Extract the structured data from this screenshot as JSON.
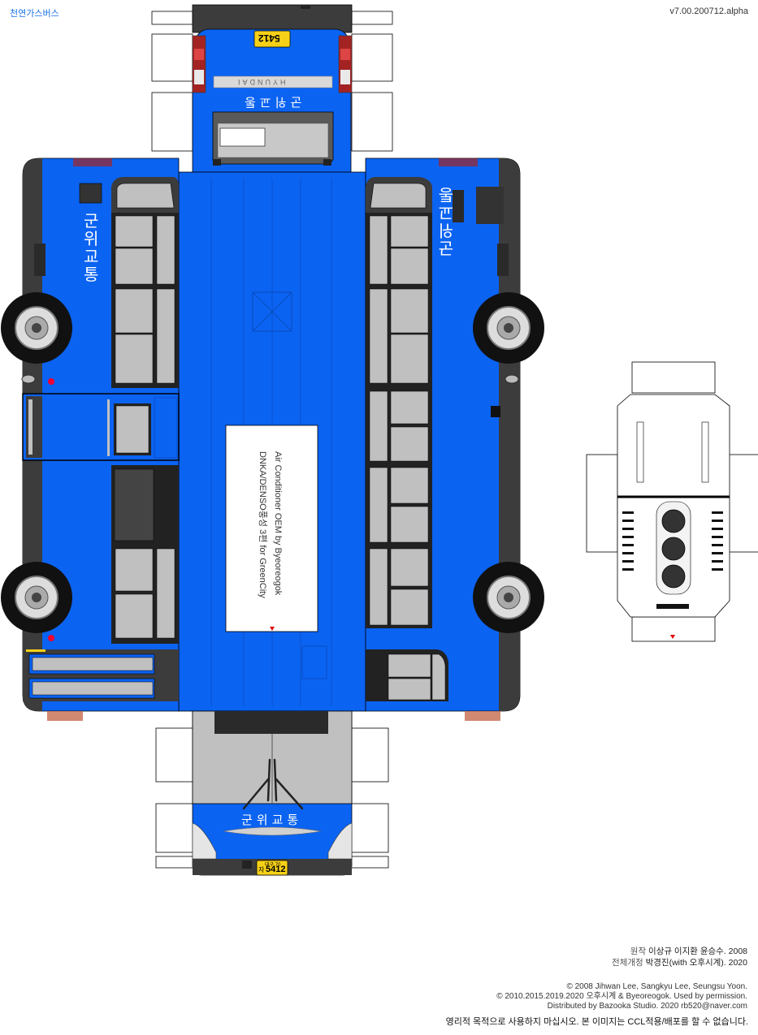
{
  "header": {
    "title_left": "천연가스버스",
    "version": "v7.00.200712.alpha"
  },
  "bus": {
    "route_text": "군위교통",
    "plate_region": "대구 70",
    "plate_prefix": "자",
    "plate_number": "5412",
    "roof_label_line1": "Air Conditioner OEM by Byeoreogok",
    "roof_label_line2": "DNKA/DENSO풍성 3편 for GreenCity",
    "brand_rear": "HYUNDAI"
  },
  "colors": {
    "body_blue": "#0b63f2",
    "dark_trim": "#3c3c3c",
    "window_gray": "#c0c0c0",
    "plate_yellow": "#f7d117"
  },
  "credits": {
    "original_label": "원작",
    "original_names": "이상규 이지환 윤승수. 2008",
    "revision_label": "전체개정",
    "revision_names": "박경진(with 오후시계). 2020",
    "copyright_1": "© 2008 Jihwan Lee, Sangkyu Lee, Seungsu Yoon.",
    "copyright_2": "© 2010.2015.2019.2020 오후시계 & Byeoreogok. Used by permission.",
    "distributed": "Distributed by Bazooka Studio. 2020   rb520@naver.com",
    "notice": "영리적 목적으로 사용하지 마십시오.   본 이미지는 CCL적용/배포를 할 수 없습니다."
  }
}
